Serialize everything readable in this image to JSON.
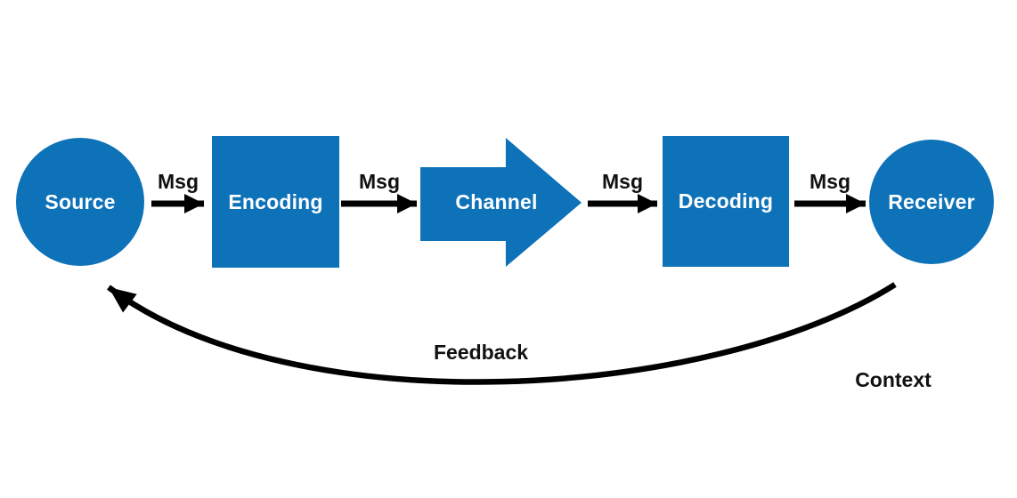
{
  "diagram": {
    "name": "communication-process-model",
    "nodes": [
      {
        "id": "source",
        "label": "Source",
        "shape": "circle"
      },
      {
        "id": "encoding",
        "label": "Encoding",
        "shape": "square"
      },
      {
        "id": "channel",
        "label": "Channel",
        "shape": "block-arrow"
      },
      {
        "id": "decoding",
        "label": "Decoding",
        "shape": "square"
      },
      {
        "id": "receiver",
        "label": "Receiver",
        "shape": "circle"
      }
    ],
    "msg_labels": [
      "Msg",
      "Msg",
      "Msg",
      "Msg"
    ],
    "feedback_label": "Feedback",
    "context_label": "Context",
    "flow": [
      "Source",
      "Encoding",
      "Channel",
      "Decoding",
      "Receiver"
    ],
    "feedback_path": "Receiver to Source",
    "colors": {
      "shape_fill": "#0e72b9",
      "shape_text": "#ffffff",
      "arrow": "#000000",
      "label_text": "#111111",
      "background": "#ffffff"
    }
  }
}
